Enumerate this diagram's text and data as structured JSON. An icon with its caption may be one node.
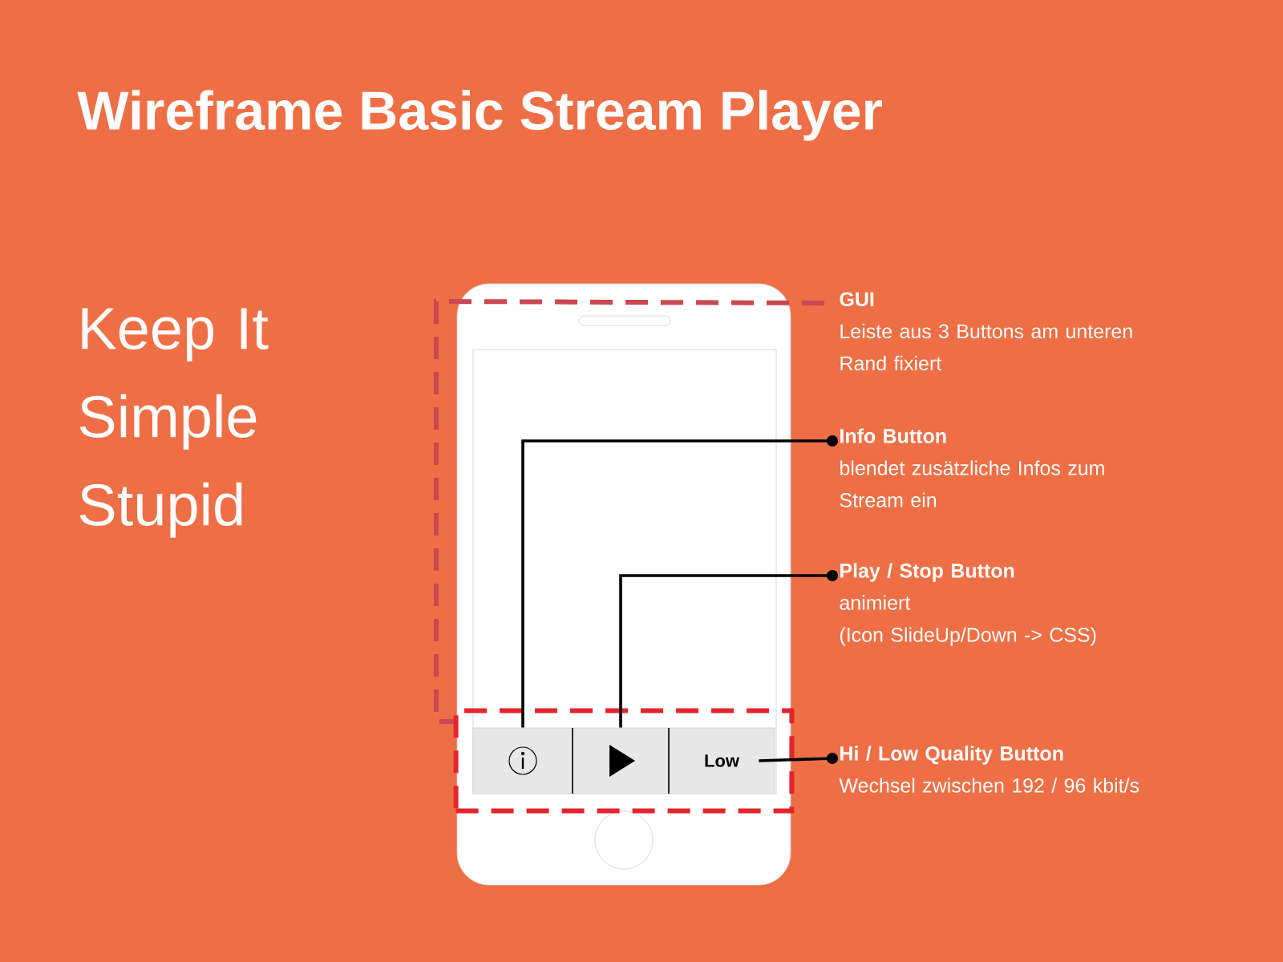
{
  "diagram": {
    "title": "Wireframe Basic Stream Player",
    "nodes": [
      {
        "text": [],
        "shape": "box"
      },
      {
        "text": [
          "GUI",
          "Leiste aus 3 Buttons am unteren Rand fixiert"
        ]
      },
      {
        "text": [],
        "shape": "box",
        "in": 0
      },
      {
        "text": [],
        "shape": "box",
        "in": 0
      },
      {
        "text": [
          "Low"
        ],
        "in": 0
      },
      {
        "text": [
          "Info Button",
          "blendet zusätzliche Infos zum Stream ein"
        ]
      },
      {
        "text": [
          "Play / Stop Button",
          "animiert",
          "(Icon SlideUp/Down -> CSS)"
        ]
      },
      {
        "text": [
          "Hi / Low Quality Button",
          "Wechsel zwischen 192 / 96 kbit/s"
        ]
      }
    ],
    "edges": [
      {
        "from": 1,
        "to": 0,
        "arrow": "none",
        "style": "dashed",
        "color": "#e3262b"
      },
      {
        "from": 5,
        "to": 2,
        "arrow": "other"
      },
      {
        "from": 6,
        "to": 3,
        "arrow": "other"
      },
      {
        "from": 7,
        "to": 4,
        "arrow": "other"
      }
    ],
    "labels": [
      "Keep It Simple Stupid"
    ]
  }
}
